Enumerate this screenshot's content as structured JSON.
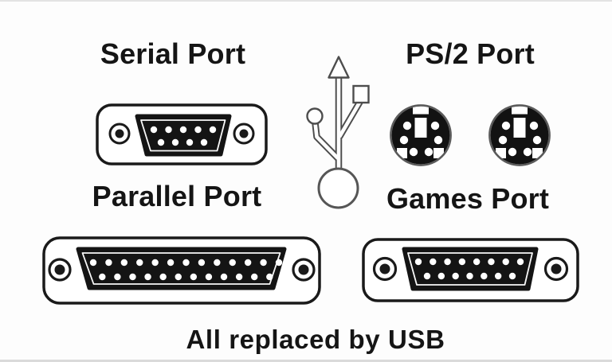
{
  "figure": {
    "labels": {
      "serial": "Serial Port",
      "ps2": "PS/2 Port",
      "parallel": "Parallel Port",
      "games": "Games Port"
    },
    "caption": "All replaced by USB"
  },
  "pins": {
    "serial": [
      5,
      4
    ],
    "parallel": [
      13,
      12
    ],
    "games": [
      8,
      7
    ],
    "ps2_holes_per_connector": 6
  },
  "icons": {
    "usb": "usb-trident-icon",
    "serial": "d-sub-9-connector",
    "parallel": "d-sub-25-connector",
    "games": "d-sub-15-connector",
    "ps2": "mini-din-6-connector"
  },
  "colors": {
    "background": "#fdfdfd",
    "ink": "#151515",
    "connector_ink": "#161616",
    "usb_stroke": "#4d4d4d"
  }
}
